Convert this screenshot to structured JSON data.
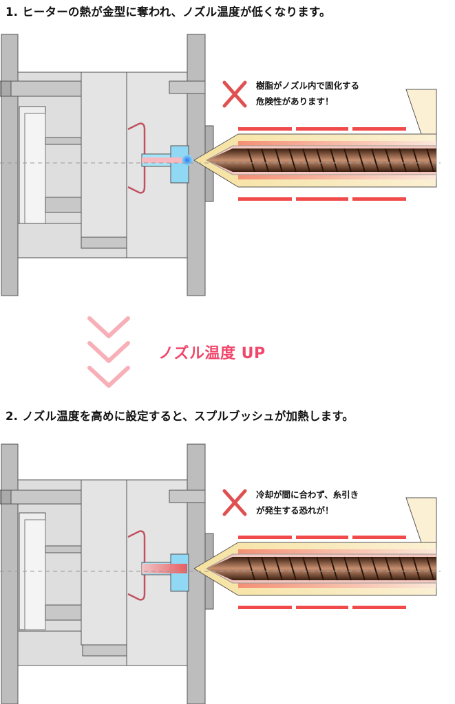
{
  "step1": {
    "heading": "1. ヒーターの熱が金型に奪われ、ノズル温度が低くなります。",
    "warning_line1": "樹脂がノズル内で固化する",
    "warning_line2": "危険性があります！",
    "cross_icon": "x-mark-icon"
  },
  "transition": {
    "label": "ノズル温度 UP",
    "icon": "chevron-down-icon",
    "color": "#f0476a"
  },
  "step2": {
    "heading": "2. ノズル温度を高めに設定すると、スプルブッシュが加熱します。",
    "warning_line1": "冷却が間に合わず、糸引き",
    "warning_line2": "が発生する恐れが！",
    "cross_icon": "x-mark-icon"
  },
  "colors": {
    "mold": "#cfcfcf",
    "mold_light": "#e8e8e8",
    "heater": "#f04a4a",
    "cross": "#e05050",
    "cold_resin": "#5ec8f0",
    "screw": "#6b3a1e"
  }
}
